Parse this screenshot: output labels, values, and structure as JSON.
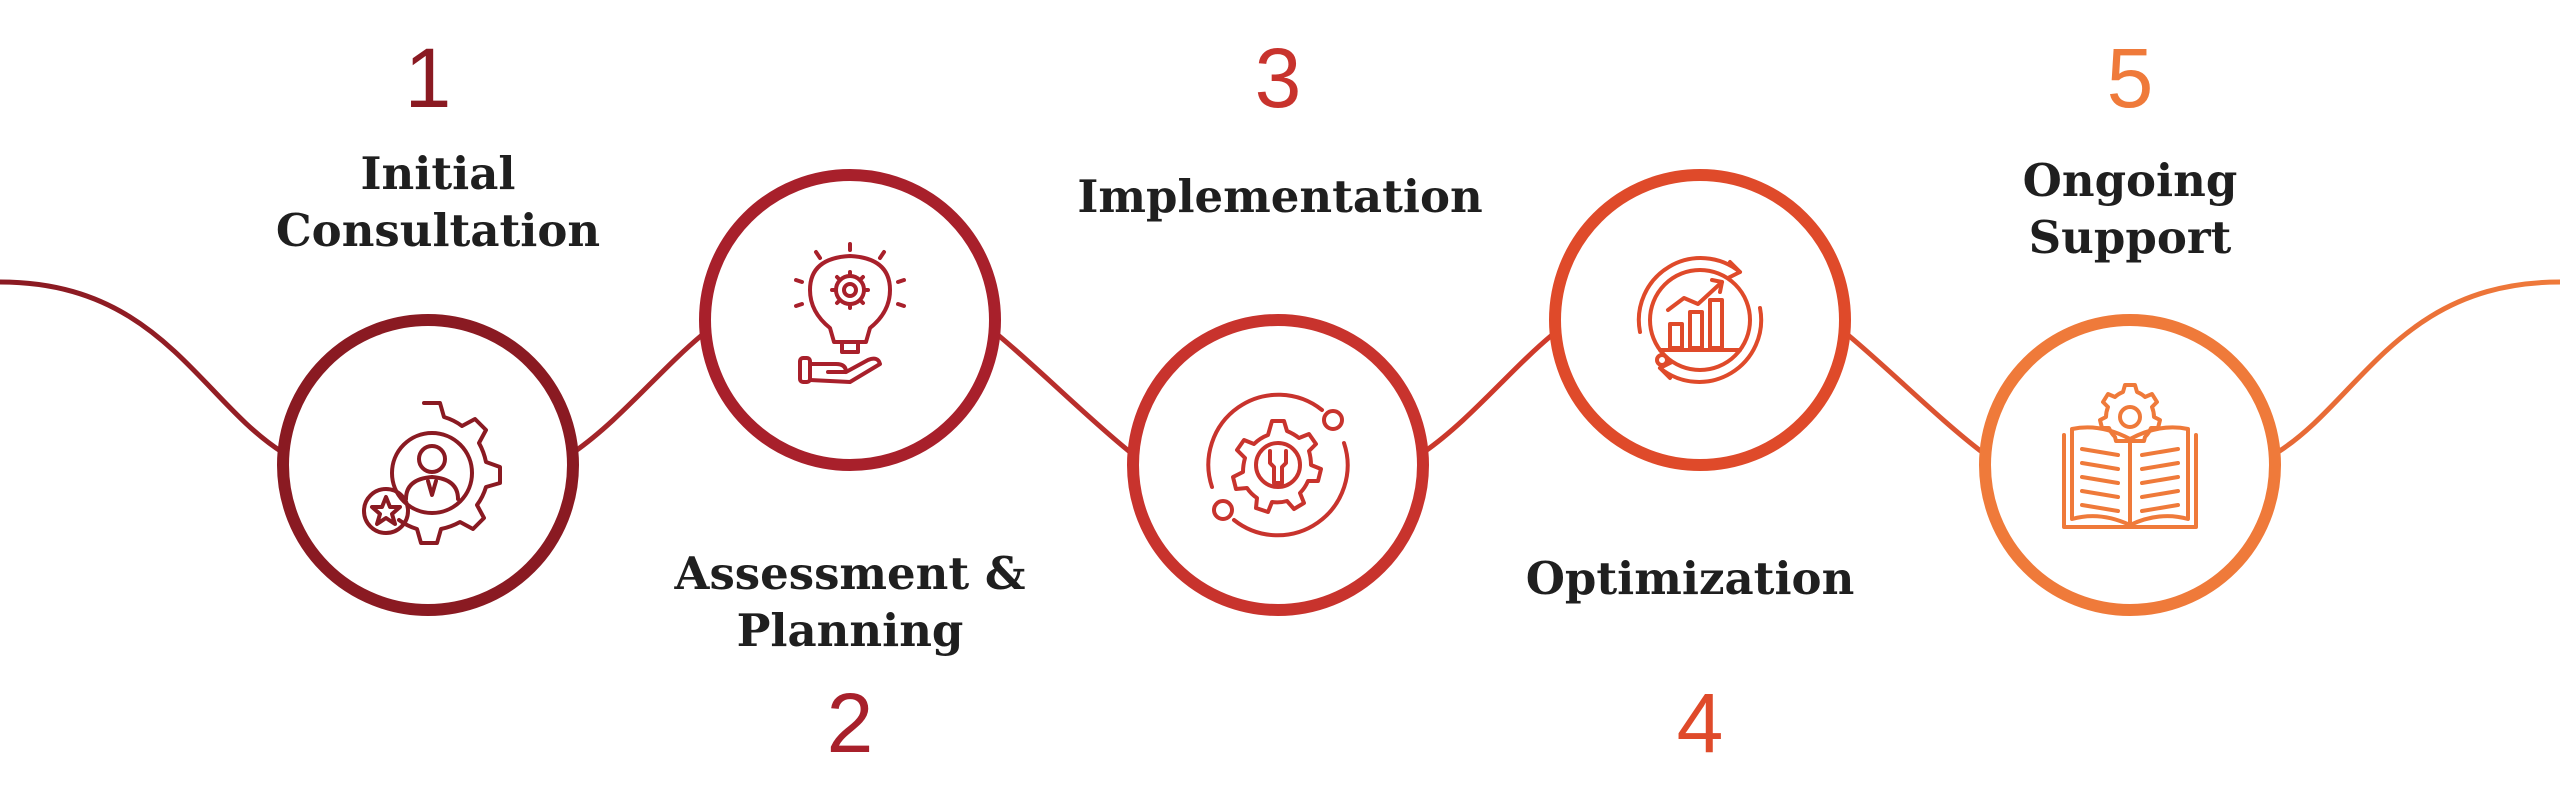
{
  "colors": {
    "step1": "#8a1a22",
    "step2": "#a8202b",
    "step3": "#c8332d",
    "step4": "#df4a2a",
    "step5": "#ef7a3a",
    "title": "#1f1f1f"
  },
  "steps": [
    {
      "number": "1",
      "title": "Initial\nConsultation",
      "icon": "consultation-gear-person-star-icon"
    },
    {
      "number": "2",
      "title": "Assessment &\nPlanning",
      "icon": "lightbulb-gear-hand-icon"
    },
    {
      "number": "3",
      "title": "Implementation",
      "icon": "gear-wrench-orbit-icon"
    },
    {
      "number": "4",
      "title": "Optimization",
      "icon": "bar-chart-cycle-icon"
    },
    {
      "number": "5",
      "title": "Ongoing\nSupport",
      "icon": "open-book-gear-icon"
    }
  ]
}
